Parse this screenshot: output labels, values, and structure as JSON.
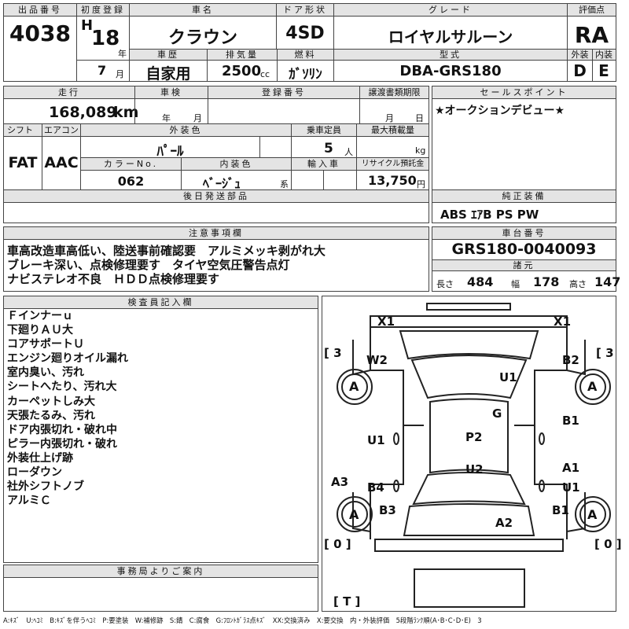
{
  "header": {
    "lot_label": "出品番号",
    "lot": "4038",
    "reg_label": "初度登録",
    "era": "H",
    "year": "18",
    "year_unit": "年",
    "month": "7",
    "month_unit": "月",
    "name_label": "車名",
    "name": "クラウン",
    "door_label": "ドア形状",
    "door": "4SD",
    "grade_label": "グレード",
    "grade": "ロイヤルサルーン",
    "score_label": "評価点",
    "score": "RA",
    "history_label": "車歴",
    "history": "自家用",
    "displacement_label": "排気量",
    "displacement": "2500",
    "displacement_unit": "cc",
    "fuel_label": "燃料",
    "fuel": "ｶﾞｿﾘﾝ",
    "model_label": "型式",
    "model": "DBA-GRS180",
    "ext_label": "外装",
    "ext": "D",
    "int_label": "内装",
    "int": "E"
  },
  "row2": {
    "mileage_label": "走行",
    "mileage": "168,089",
    "mileage_unit": "km",
    "inspection_label": "車検",
    "inspection_year_unit": "年",
    "inspection_month_unit": "月",
    "regno_label": "登録番号",
    "transfer_label": "譲渡書類期限",
    "transfer_month_unit": "月",
    "transfer_day_unit": "日",
    "sales_label": "セールスポイント",
    "sales": "★オークションデビュー★",
    "shift_label": "シフト",
    "shift": "FAT",
    "ac_label": "エアコン",
    "ac": "AAC",
    "color_label": "外装色",
    "color": "ﾊﾟｰﾙ",
    "capacity_label": "乗車定員",
    "capacity": "5",
    "capacity_unit": "人",
    "load_label": "最大積載量",
    "load_unit": "kg",
    "color_no_label": "カラーNo.",
    "color_no": "062",
    "interior_label": "内装色",
    "interior": "ﾍﾞｰｼﾞｭ",
    "interior_unit": "系",
    "import_label": "輸入車",
    "recycle_label": "リサイクル預託金",
    "recycle": "13,750",
    "recycle_unit": "円",
    "later_label": "後日発送部品",
    "equip_label": "純正装備",
    "equip": "ABS ｴｱB PS PW"
  },
  "notes": {
    "label": "注意事項欄",
    "lines": [
      "車高改造車高低い、陸送事前確認要　アルミメッキ剥がれ大",
      "ブレーキ深い、点検修理要す　タイヤ空気圧警告点灯",
      "ナビステレオ不良　ＨＤＤ点検修理要す"
    ]
  },
  "chassis": {
    "label": "車台番号",
    "value": "GRS180-0040093",
    "dims_label": "諸元",
    "length_label": "長さ",
    "length": "484",
    "width_label": "幅",
    "width": "178",
    "height_label": "高さ",
    "height": "147"
  },
  "inspector": {
    "label": "検査員記入欄",
    "lines": [
      "Ｆインナーｕ",
      "下廻りＡＵ大",
      "コアサポートＵ",
      "エンジン廻りオイル漏れ",
      "室内臭い、汚れ",
      "シートへたり、汚れ大",
      "カーペットしみ大",
      "天張たるみ、汚れ",
      "ドア内張切れ・破れ中",
      "ピラー内張切れ・破れ",
      "外装仕上げ跡",
      "ローダウン",
      "社外シフトノブ",
      "アルミＣ"
    ]
  },
  "office": {
    "label": "事務局よりご案内"
  },
  "diagram": {
    "marks": {
      "x1_left": "X1",
      "x1_right": "X1",
      "w2": "W2",
      "b2": "B2",
      "u1_top": "U1",
      "g": "G",
      "u1_left": "U1",
      "b1_right": "B1",
      "p2": "P2",
      "u2": "U2",
      "a3": "A3",
      "b4": "B4",
      "a1": "A1",
      "u1_right": "U1",
      "b3": "B3",
      "b1_lower": "B1",
      "a2": "A2",
      "tire_fl": "A",
      "tire_fr": "A",
      "tire_rl": "A",
      "tire_rr": "A"
    },
    "tread_fl": "3",
    "tread_fr": "3",
    "tread_rl": "0",
    "tread_rr": "0",
    "spare": "T"
  },
  "legend": "A:ｷｽﾞ　U:ﾍｺﾐ　B:ｷｽﾞを伴うﾍｺﾐ　P:要塗装　W:補修跡　S:錆　C:腐食　G:ﾌﾛﾝﾄｶﾞﾗｽ点ｷｽﾞ　XX:交換済み　X:要交換　内・外装評価　5段階ﾗﾝｸ順(A･B･C･D･E)　3"
}
